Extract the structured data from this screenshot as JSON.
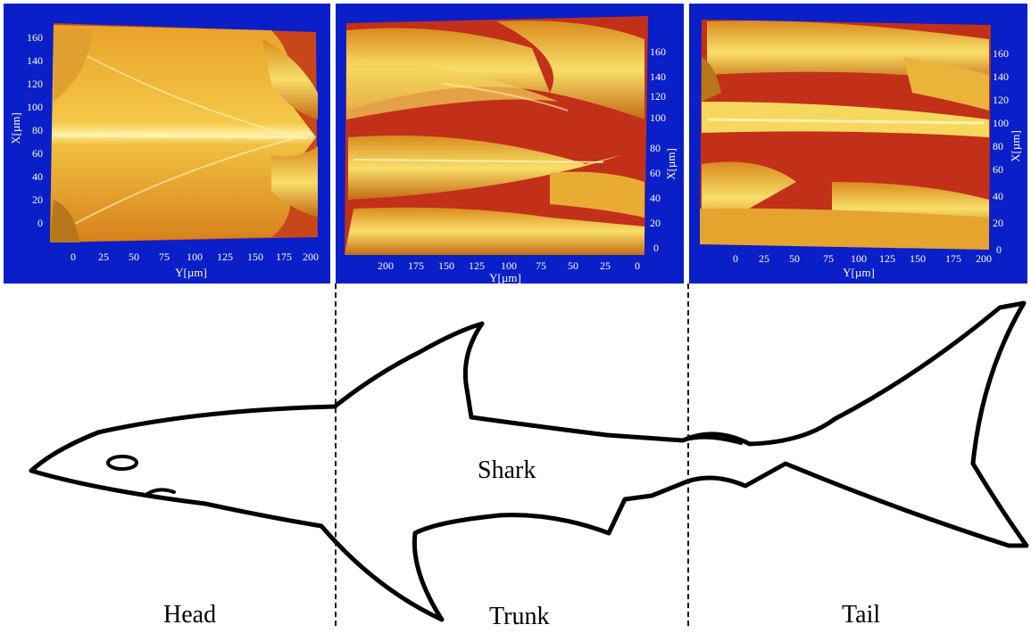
{
  "colors": {
    "panel_bg": "#0a1fc8",
    "surface_light": "#f2d24a",
    "surface_mid": "#e29a1e",
    "surface_dark": "#c0321a",
    "outline": "#000000"
  },
  "panels": [
    {
      "id": "head",
      "x_axis_label": "X[µm]",
      "y_axis_label": "Y[µm]",
      "x_ticks": [
        "160",
        "140",
        "120",
        "100",
        "80",
        "60",
        "40",
        "20",
        "0"
      ],
      "y_ticks": [
        "0",
        "25",
        "50",
        "75",
        "100",
        "125",
        "150",
        "175",
        "200"
      ]
    },
    {
      "id": "trunk",
      "x_axis_label": "X[µm]",
      "y_axis_label": "Y[µm]",
      "x_ticks": [
        "160",
        "140",
        "120",
        "100",
        "80",
        "60",
        "40",
        "20",
        "0"
      ],
      "y_ticks": [
        "200",
        "175",
        "150",
        "125",
        "100",
        "75",
        "50",
        "25",
        "0"
      ]
    },
    {
      "id": "tail",
      "x_axis_label": "X[µm]",
      "y_axis_label": "Y[µm]",
      "x_ticks": [
        "160",
        "140",
        "120",
        "100",
        "80",
        "60",
        "40",
        "20",
        "0"
      ],
      "y_ticks": [
        "0",
        "25",
        "50",
        "75",
        "100",
        "125",
        "150",
        "175",
        "200"
      ]
    }
  ],
  "labels": {
    "center": "Shark",
    "head": "Head",
    "trunk": "Trunk",
    "tail": "Tail"
  }
}
